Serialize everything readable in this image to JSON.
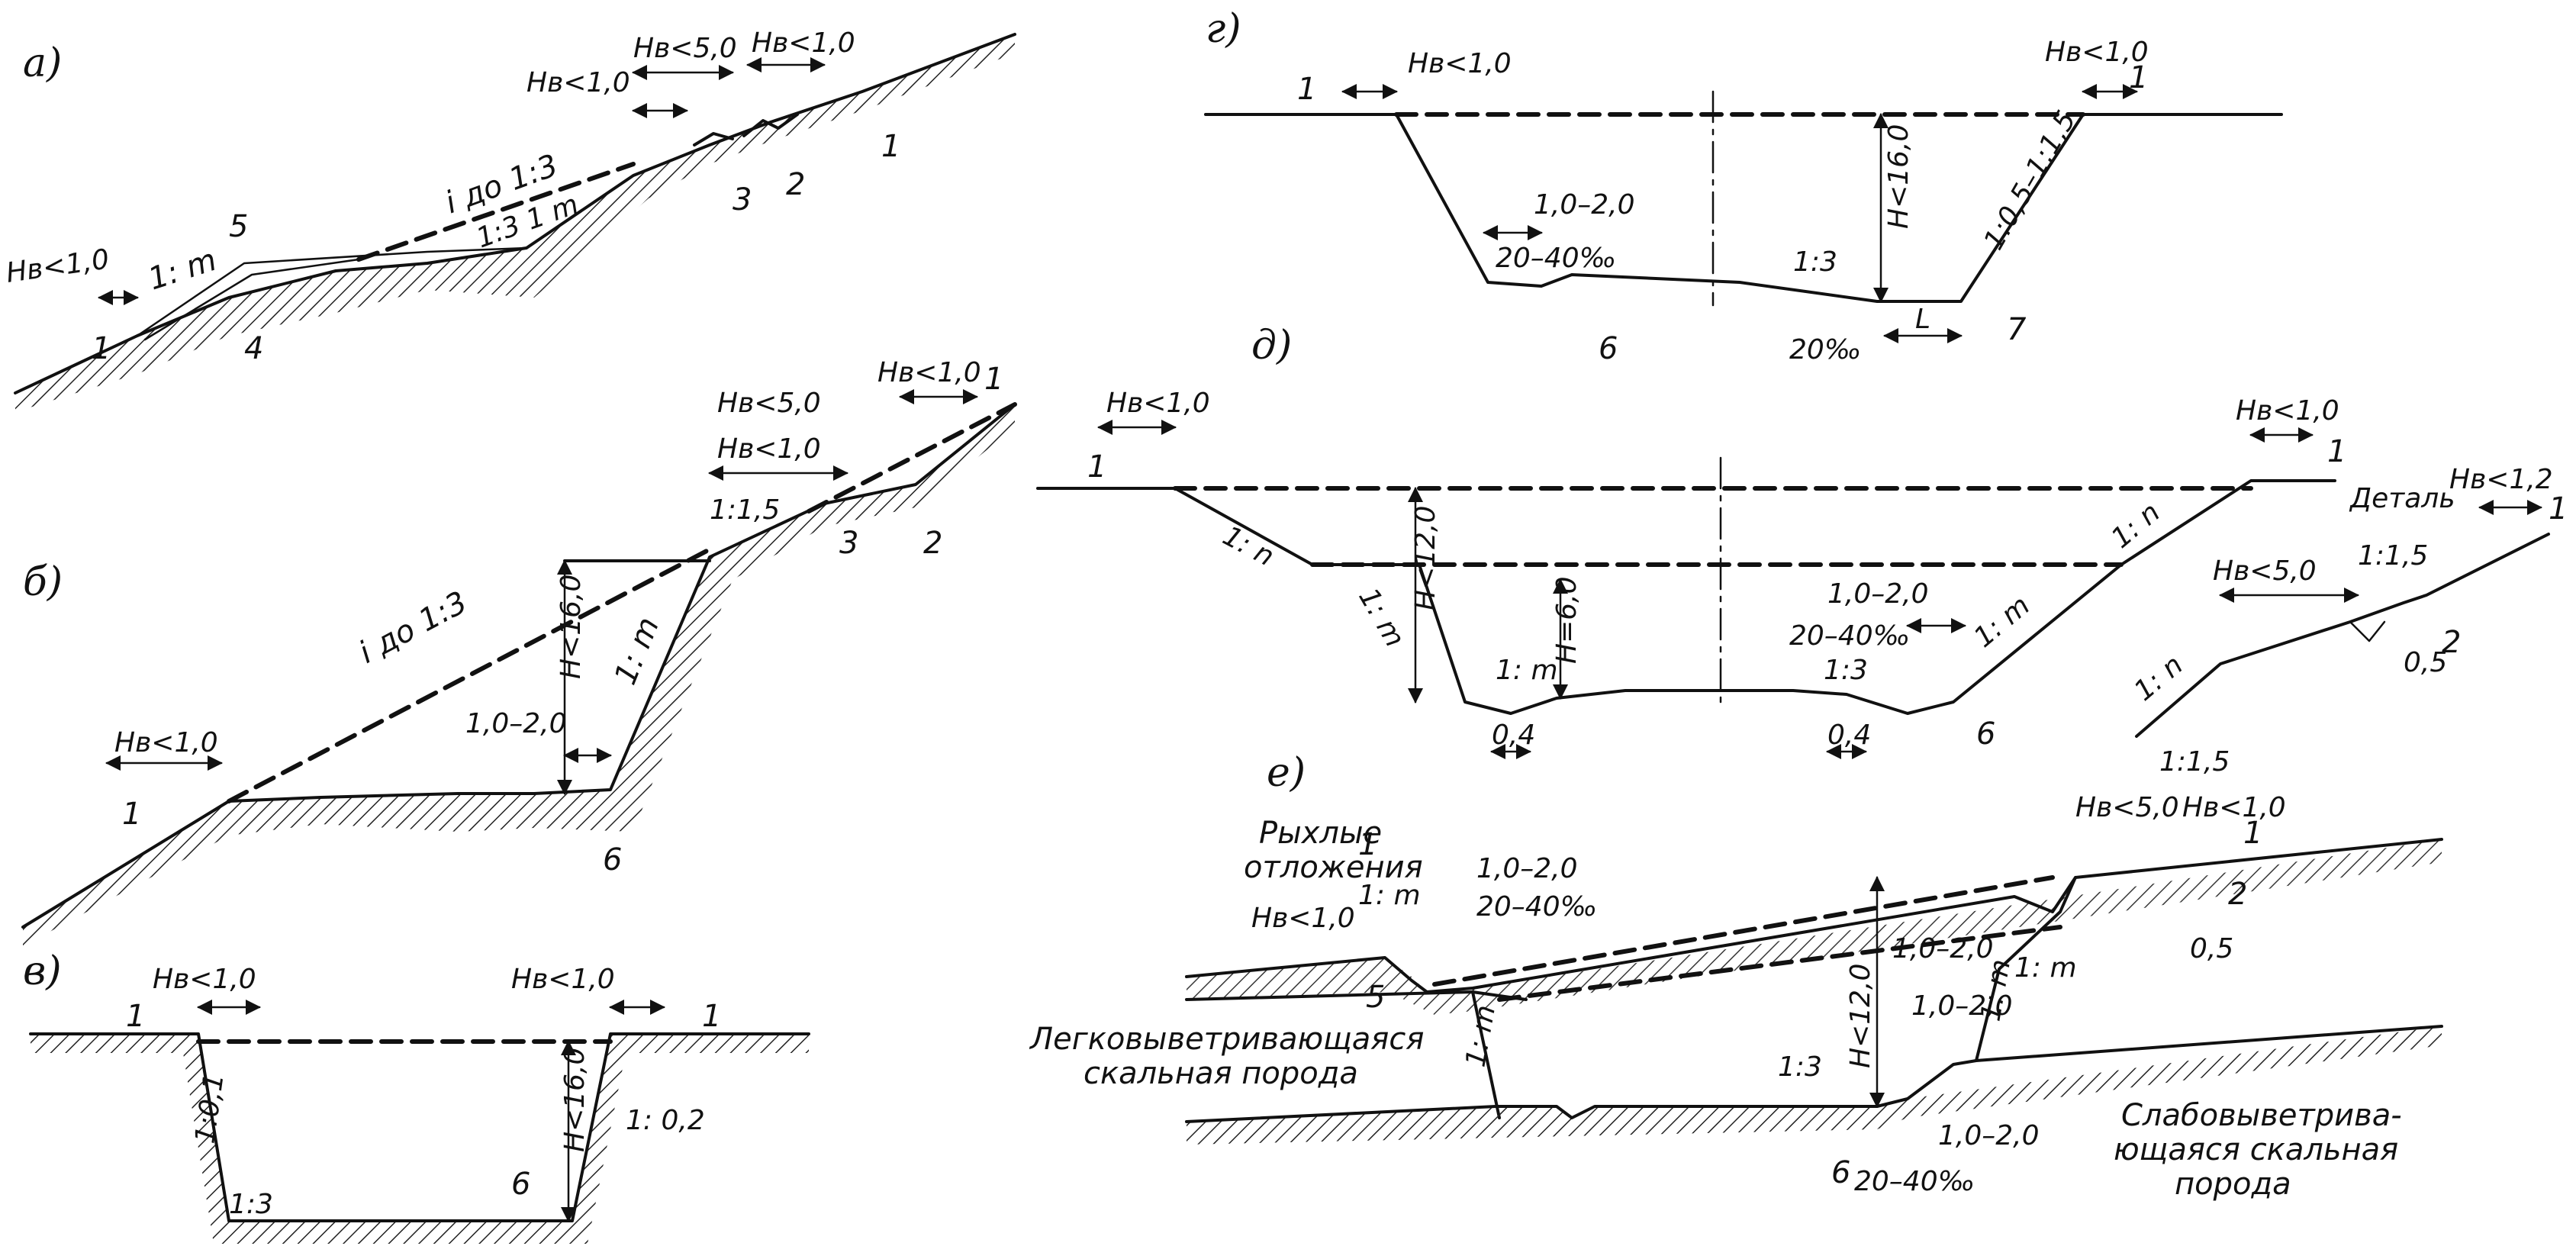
{
  "panels": {
    "a": "а)",
    "b": "б)",
    "v": "в)",
    "g": "г)",
    "d": "д)",
    "e": "е)"
  },
  "labels": {
    "he10": "Нв<1,0",
    "he50": "Нв<5,0",
    "he_lt10_small": "Нв<1,0",
    "slope_1m": "1: m",
    "slope_1n": "1: n",
    "slope_13": "1:3",
    "slope_i13": "i до 1:3",
    "slope_131m": "1:3 1 m",
    "slope_115": "1:1,5",
    "slope_101": "1:0,1",
    "slope_102": "1: 0,2",
    "slope_105_115": "1:0,5–1:1,5",
    "h16": "Н<16,0",
    "h12": "Н<12,0",
    "h6": "Н=6,0",
    "h15": "Н<16,0",
    "w1020": "1,0–2,0",
    "w2040": "20–40‰",
    "w20": "20‰",
    "L": "L",
    "w04": "0,4",
    "w05": "0,5",
    "detail": "Деталь",
    "he12": "Нв<1,2",
    "loose_1": "Рыхлые",
    "loose_2": "отложения",
    "easy_1": "Легковыветривающаяся",
    "easy_2": "скальная порода",
    "hard_1": "Слабовыветрива-",
    "hard_2": "ющаяся скальная",
    "hard_3": "порода",
    "n1": "1",
    "n2": "2",
    "n3": "3",
    "n4": "4",
    "n5": "5",
    "n6": "6",
    "n7": "7"
  }
}
